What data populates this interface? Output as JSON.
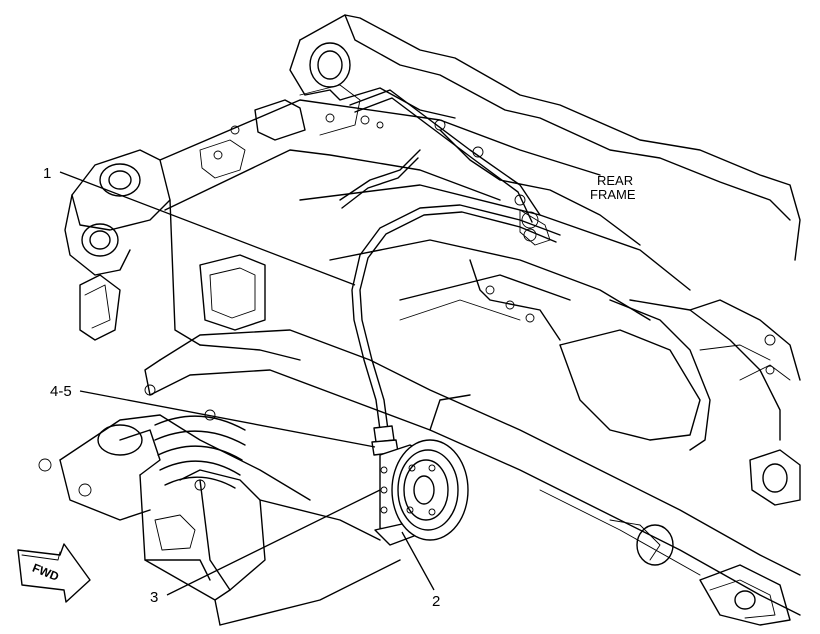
{
  "callouts": {
    "item_1": "1",
    "item_2": "2",
    "item_3": "3",
    "item_4_5": "4-5"
  },
  "labels": {
    "rear_frame_line1": "REAR",
    "rear_frame_line2": "FRAME",
    "fwd_arrow": "FWD"
  },
  "colors": {
    "line": "#000000",
    "background": "#ffffff"
  },
  "icons": {
    "direction_indicator": "fwd-arrow-icon"
  }
}
